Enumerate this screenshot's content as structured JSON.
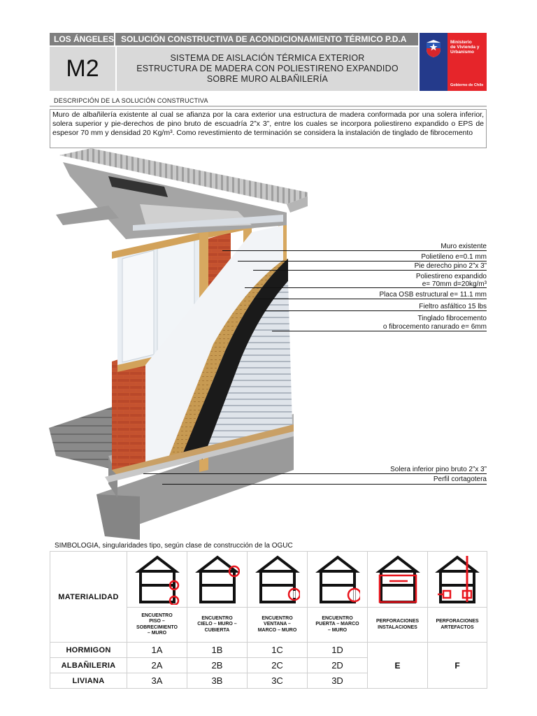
{
  "header": {
    "region": "LOS ÁNGELES",
    "program": "SOLUCIÓN CONSTRUCTIVA DE ACONDICIONAMIENTO TÉRMICO P.D.A",
    "code": "M2",
    "title_lines": [
      "SISTEMA DE AISLACIÓN TÉRMICA EXTERIOR",
      "ESTRUCTURA DE MADERA CON POLIESTIRENO EXPANDIDO",
      "SOBRE MURO ALBAÑILERÍA"
    ],
    "logo": {
      "ministry_lines": [
        "Ministerio",
        "de Vivienda y",
        "Urbanismo"
      ],
      "gov": "Gobierno de Chile",
      "colors": {
        "blue": "#243a8b",
        "red": "#e6252a"
      }
    }
  },
  "description": {
    "heading": "DESCRIPCIÓN DE LA SOLUCIÓN CONSTRUCTIVA",
    "text": "Muro de albañilería existente al cual se afianza por la cara exterior una estructura de madera conformada por una solera inferior, solera superior y pie-derechos de pino bruto de escuadría 2”x 3”, entre los cuales se incorpora poliestireno expandido o EPS de espesor 70 mm y densidad 20 Kg/m³. Como revestimiento de terminación se considera la instalación de tinglado de fibrocemento"
  },
  "illustration": {
    "labels": [
      "Muro existente",
      "Polietileno e=0.1 mm",
      "Pie derecho pino  2”x 3”",
      "Poliestireno expandido",
      "e= 70mm d=20kg/m³",
      "Placa OSB estructural e= 11.1 mm",
      "Fieltro asfáltico 15 lbs",
      "Tinglado fibrocemento",
      "o fibrocemento ranurado e= 6mm",
      "Solera inferior pino bruto 2”x 3”",
      "Perfil cortagotera"
    ]
  },
  "symbology": {
    "title": "SIMBOLOGIA, singularidades tipo, según clase de construcción de la OGUC",
    "materialidad": "MATERIALIDAD",
    "columns": [
      [
        "ENCUENTRO",
        "PISO –",
        "SOBRECIMIENTO",
        "– MURO"
      ],
      [
        "ENCUENTRO",
        "CIELO – MURO –",
        "CUBIERTA"
      ],
      [
        "ENCUENTRO",
        "VENTANA –",
        "MARCO – MURO"
      ],
      [
        "ENCUENTRO",
        "PUERTA – MARCO",
        "– MURO"
      ],
      [
        "PERFORACIONES",
        "INSTALACIONES"
      ],
      [
        "PERFORACIONES",
        "ARTEFACTOS"
      ]
    ],
    "rows": [
      {
        "name": "HORMIGON",
        "codes": [
          "1A",
          "1B",
          "1C",
          "1D"
        ]
      },
      {
        "name": "ALBAÑILERIA",
        "codes": [
          "2A",
          "2B",
          "2C",
          "2D"
        ]
      },
      {
        "name": "LIVIANA",
        "codes": [
          "3A",
          "3B",
          "3C",
          "3D"
        ]
      }
    ],
    "merged": [
      "E",
      "F"
    ],
    "highlight_color": "#e8141c"
  }
}
